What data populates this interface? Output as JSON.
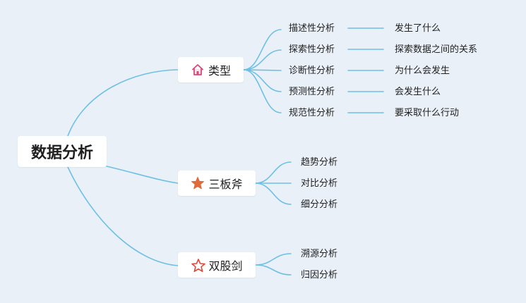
{
  "root": {
    "label": "数据分析"
  },
  "branches": [
    {
      "label": "类型",
      "icon": "house-icon",
      "items": [
        {
          "label": "描述性分析",
          "desc": "发生了什么"
        },
        {
          "label": "探索性分析",
          "desc": "探索数据之间的关系"
        },
        {
          "label": "诊断性分析",
          "desc": "为什么会发生"
        },
        {
          "label": "预测性分析",
          "desc": "会发生什么"
        },
        {
          "label": "规范性分析",
          "desc": "要采取什么行动"
        }
      ]
    },
    {
      "label": "三板斧",
      "icon": "star-filled-icon",
      "items": [
        {
          "label": "趋势分析"
        },
        {
          "label": "对比分析"
        },
        {
          "label": "细分分析"
        }
      ]
    },
    {
      "label": "双股剑",
      "icon": "star-outline-icon",
      "items": [
        {
          "label": "溯源分析"
        },
        {
          "label": "归因分析"
        }
      ]
    }
  ],
  "colors": {
    "line": "#6ec0e3",
    "background": "#e9f0f8",
    "house": "#d9487a",
    "star_filled": "#e06a3a",
    "star_outline": "#e0463a"
  }
}
